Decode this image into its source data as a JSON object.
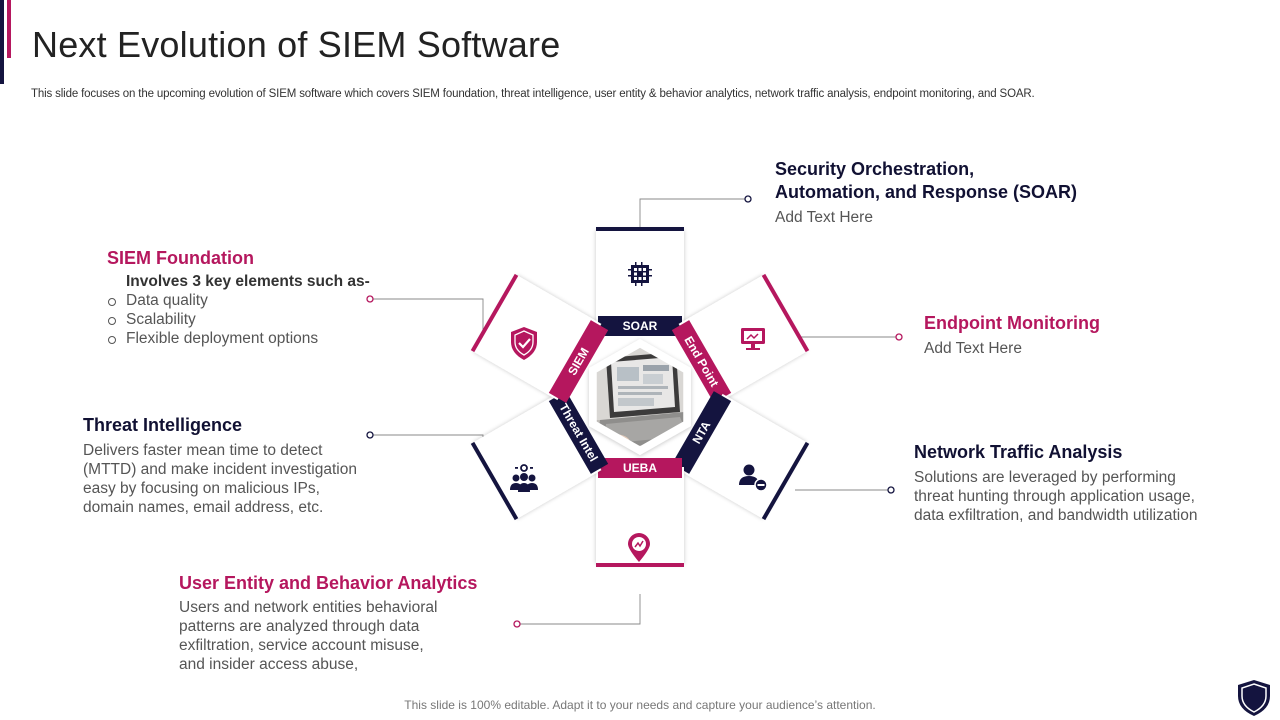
{
  "header": {
    "title": "Next Evolution of SIEM Software",
    "subtitle": "This slide focuses on the upcoming evolution of SIEM software which covers SIEM foundation, threat intelligence, user entity & behavior analytics, network traffic analysis, endpoint monitoring, and SOAR."
  },
  "colors": {
    "pink": "#b5175e",
    "navy": "#14143f"
  },
  "segments": {
    "soar": {
      "tag": "SOAR",
      "icon": "circuit-chip-icon"
    },
    "endpoint": {
      "tag": "End Point",
      "icon": "monitor-icon"
    },
    "nta": {
      "tag": "NTA",
      "icon": "user-minus-icon"
    },
    "ueba": {
      "tag": "UEBA",
      "icon": "location-pin-chart-icon"
    },
    "threat": {
      "tag": "Threat Intel",
      "icon": "team-gear-icon"
    },
    "siem": {
      "tag": "SIEM",
      "icon": "shield-check-icon"
    }
  },
  "center": {
    "image": "laptop-photo"
  },
  "blocks": {
    "soar": {
      "title_line1": "Security Orchestration,",
      "title_line2": "Automation, and Response (SOAR)",
      "text": "Add Text Here"
    },
    "endpoint": {
      "title": "Endpoint Monitoring",
      "text": "Add Text Here"
    },
    "nta": {
      "title": "Network Traffic Analysis",
      "lines": [
        "Solutions are leveraged by performing",
        "threat hunting through application usage,",
        "data exfiltration,  and bandwidth utilization"
      ]
    },
    "ueba": {
      "title": "User Entity and Behavior Analytics",
      "lines": [
        "Users and network entities behavioral",
        "patterns are analyzed through data",
        "exfiltration,  service account misuse,",
        "and insider access abuse,"
      ]
    },
    "threat": {
      "title": "Threat Intelligence",
      "lines": [
        "Delivers faster mean time to detect",
        "(MTTD) and make incident investigation",
        "easy by focusing on malicious IPs,",
        "domain names, email address, etc."
      ]
    },
    "siem": {
      "title": "SIEM Foundation",
      "intro": "Involves 3 key elements such as-",
      "bullets": [
        "Data quality",
        "Scalability",
        "Flexible deployment options"
      ]
    }
  },
  "footer": {
    "note": "This slide is 100% editable. Adapt it to your needs and capture your audience’s attention.",
    "badge_icon": "shield-badge-icon"
  }
}
